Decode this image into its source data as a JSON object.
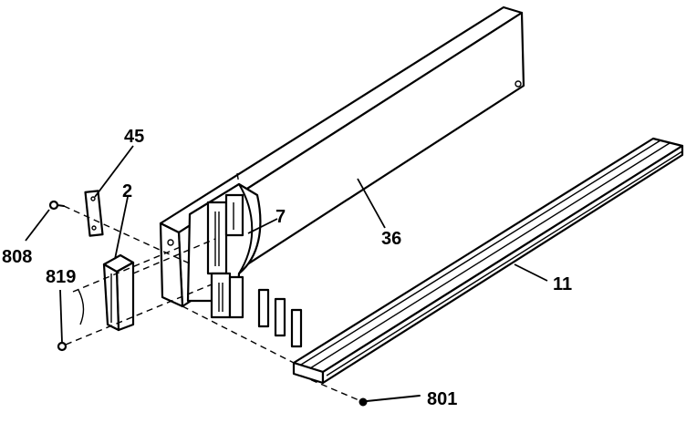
{
  "diagram": {
    "callouts": [
      {
        "id": "c45",
        "label": "45"
      },
      {
        "id": "c2",
        "label": "2"
      },
      {
        "id": "c7",
        "label": "7"
      },
      {
        "id": "c36",
        "label": "36"
      },
      {
        "id": "c808",
        "label": "808"
      },
      {
        "id": "c819",
        "label": "819"
      },
      {
        "id": "c11",
        "label": "11"
      },
      {
        "id": "c801",
        "label": "801"
      }
    ]
  }
}
